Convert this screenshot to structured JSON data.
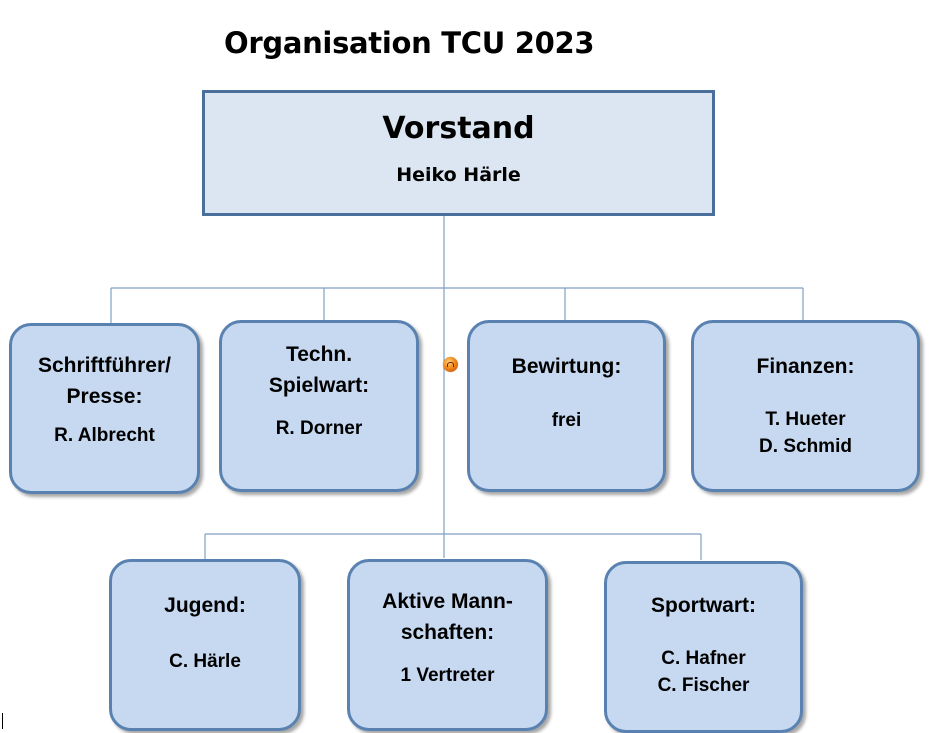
{
  "title": "Organisation TCU 2023",
  "board": {
    "title": "Vorstand",
    "person": "Heiko Härle"
  },
  "row1": [
    {
      "title": "Schriftführer/\nPresse:",
      "person": "R. Albrecht"
    },
    {
      "title": "Techn.\nSpielwart:",
      "person": "R. Dorner"
    },
    {
      "title": "Bewirtung:",
      "person": "frei"
    },
    {
      "title": "Finanzen:",
      "person": "T. Hueter\nD. Schmid"
    }
  ],
  "row2": [
    {
      "title": "Jugend:",
      "person": "C. Härle"
    },
    {
      "title": "Aktive Mann-\nschaften:",
      "person": "1 Vertreter"
    },
    {
      "title": "Sportwart:",
      "person": "C. Hafner\nC. Fischer"
    }
  ],
  "colors": {
    "box_fill": "#c6d9f1",
    "box_border": "#5a82b0",
    "board_fill": "#dce6f2",
    "board_border": "#4a6f9a",
    "connector": "#7f9fc4"
  },
  "icons": {
    "center_marker": "orange-orb-icon"
  }
}
